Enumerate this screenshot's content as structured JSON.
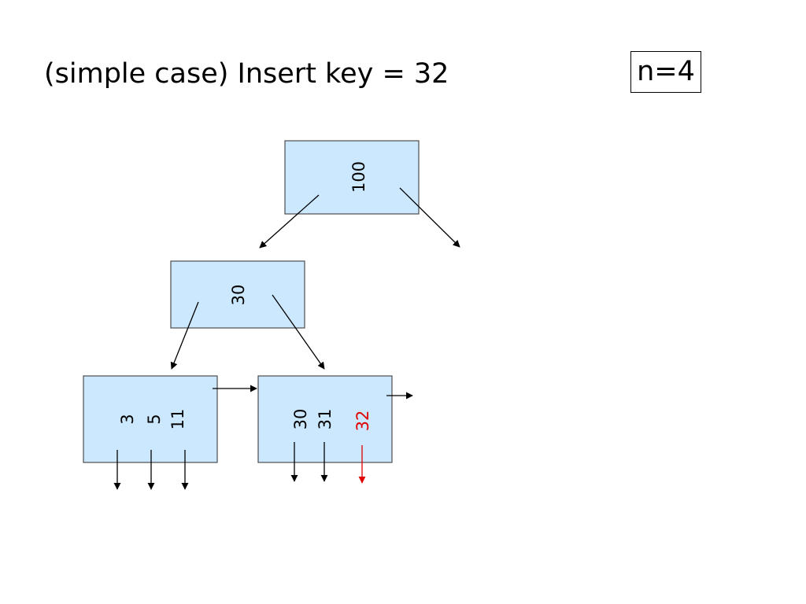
{
  "title": "(simple case) Insert key = 32",
  "order_label": "n=4",
  "colors": {
    "node_fill": "#cce8ff",
    "node_border": "#4d4d4d",
    "pointer": "#000000",
    "inserted_key": "#e00000"
  },
  "tree": {
    "root": {
      "keys": [
        "100"
      ]
    },
    "internal": {
      "keys": [
        "30"
      ]
    },
    "leaves": [
      {
        "keys": [
          "3",
          "5",
          "11"
        ]
      },
      {
        "keys": [
          "30",
          "31"
        ],
        "inserted_key": "32"
      }
    ]
  }
}
